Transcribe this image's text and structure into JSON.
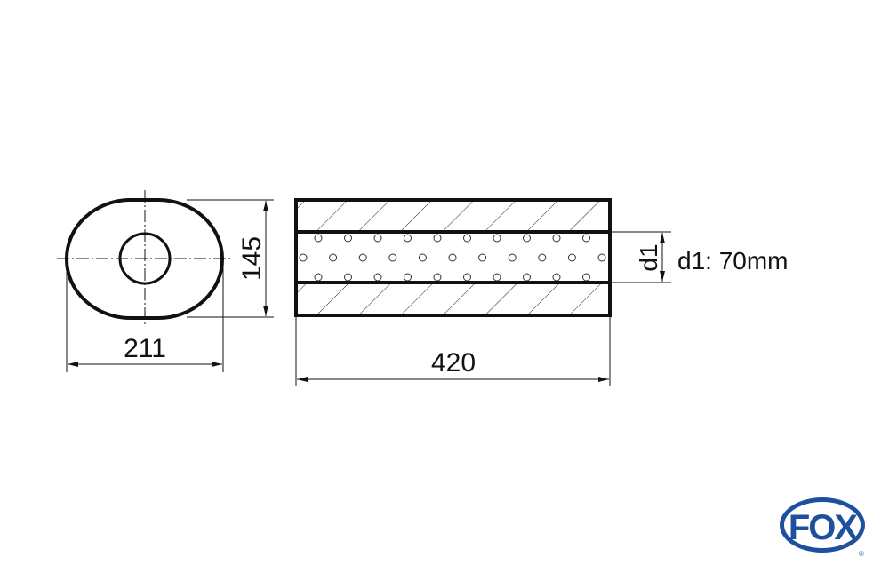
{
  "drawing": {
    "width_label": "211",
    "height_label": "145",
    "length_label": "420",
    "d1_label": "d1",
    "d1_value_label": "d1: 70mm"
  },
  "logo": {
    "text": "FOX",
    "registered": "®",
    "color": "#1f4f9f"
  },
  "colors": {
    "line": "#111111"
  }
}
